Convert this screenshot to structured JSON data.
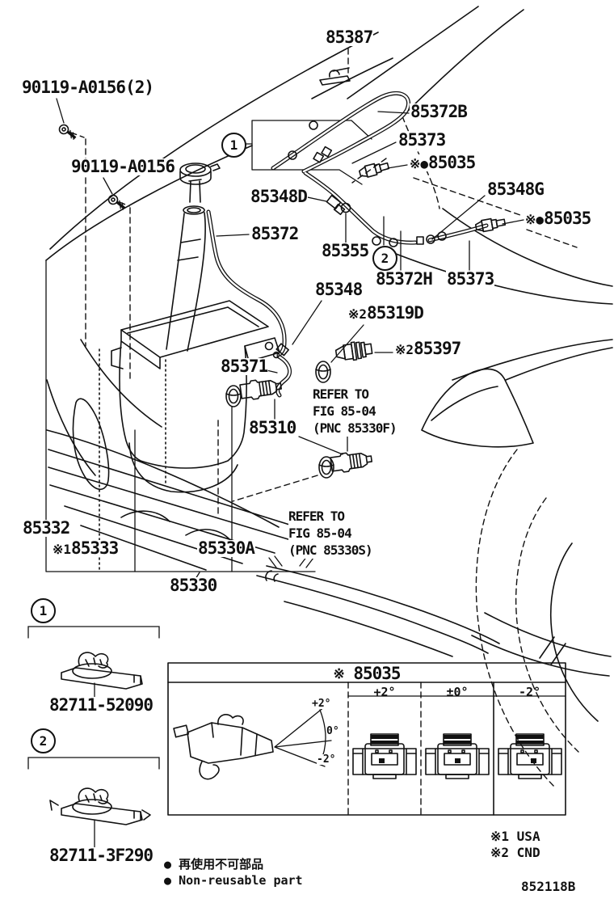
{
  "diagram_code": "852118B",
  "colors": {
    "ink": "#111111",
    "background": "#ffffff"
  },
  "markers": {
    "m1": "1",
    "m2": "2"
  },
  "labels": {
    "p85387": "85387",
    "p90119x2": "90119-A0156(2)",
    "p90119": "90119-A0156",
    "p85372B": "85372B",
    "p85373a": "85373",
    "p85035a_prefix": "※●",
    "p85035a": "85035",
    "p85348G": "85348G",
    "p85035b_prefix": "※●",
    "p85035b": "85035",
    "p85348D": "85348D",
    "p85372": "85372",
    "p85355": "85355",
    "p85372H": "85372H",
    "p85373b": "85373",
    "p85348": "85348",
    "p85319D_prefix": "※2",
    "p85319D": "85319D",
    "p85397_prefix": "※2",
    "p85397": "85397",
    "p85371": "85371",
    "p85310": "85310",
    "p85332": "85332",
    "p85333_prefix": "※1",
    "p85333": "85333",
    "p85330A": "85330A",
    "p85330": "85330",
    "p82711_52090": "82711-52090",
    "p82711_3F290": "82711-3F290"
  },
  "refer_notes": {
    "f": [
      "REFER TO",
      "FIG 85-04",
      "(PNC 85330F)"
    ],
    "s": [
      "REFER TO",
      "FIG 85-04",
      "(PNC 85330S)"
    ]
  },
  "spec_table": {
    "title_prefix": "※",
    "title": "85035",
    "columns": [
      "+2°",
      "±0°",
      "-2°"
    ],
    "fan_angles": [
      "+2°",
      "0°",
      "-2°"
    ]
  },
  "legend": {
    "usa": "※1 USA",
    "cnd": "※2 CND",
    "bullet": "●",
    "jp": "再使用不可部品",
    "en": "Non-reusable part"
  }
}
